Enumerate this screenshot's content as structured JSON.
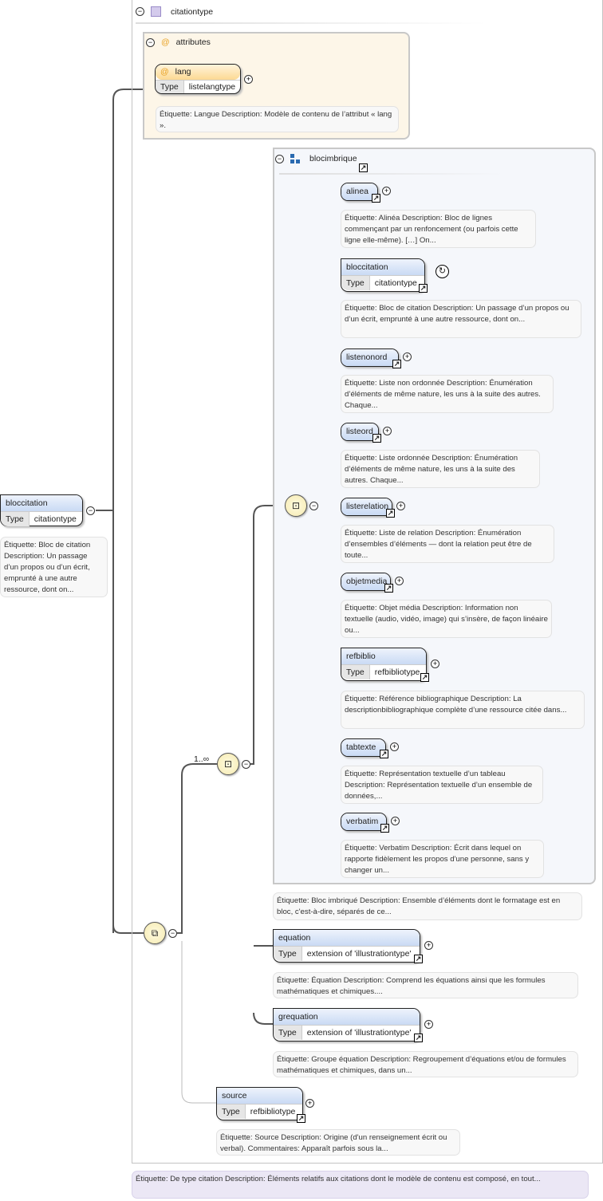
{
  "root": {
    "name": "bloccitation",
    "type_key": "Type",
    "type_value": "citationtype",
    "annotation": "Étiquette: Bloc de citation Description: Un passage d’un propos ou d’un écrit, emprunté à une autre ressource, dont on..."
  },
  "complex_type": {
    "name": "citationtype",
    "annotation": "Étiquette: De type citation Description: Éléments relatifs aux citations dont le modèle de contenu est composé, en tout..."
  },
  "attributes": {
    "label": "attributes",
    "items": [
      {
        "name": "lang",
        "type_key": "Type",
        "type_value": "listelangtype",
        "annotation": "Étiquette: Langue Description: Modèle de contenu de l’attribut « lang »."
      }
    ]
  },
  "group": {
    "name": "blocimbrique",
    "annotation": "Étiquette: Bloc imbriqué Description: Ensemble d’éléments dont le formatage est en bloc, c'est-à-dire, séparés de ce..."
  },
  "sequence_cardinality": "1..∞",
  "group_children": [
    {
      "name": "alinea",
      "annotation": "Étiquette: Alinéa Description: Bloc de lignes commençant par un renfoncement (ou parfois cette ligne elle-même). […] On..."
    },
    {
      "name": "bloccitation",
      "type_key": "Type",
      "type_value": "citationtype",
      "recursive": true,
      "annotation": "Étiquette: Bloc de citation Description: Un passage d’un propos ou d’un écrit, emprunté à une autre ressource, dont on..."
    },
    {
      "name": "listenonord",
      "annotation": "Étiquette: Liste non ordonnée Description: Énumération d’éléments de même nature, les uns à la suite des autres. Chaque..."
    },
    {
      "name": "listeord",
      "annotation": "Étiquette: Liste ordonnée Description: Énumération d’éléments de même nature, les uns à la suite des autres. Chaque..."
    },
    {
      "name": "listerelation",
      "annotation": "Étiquette: Liste de relation Description: Énumération d’ensembles d’éléments — dont la relation peut être de toute..."
    },
    {
      "name": "objetmedia",
      "annotation": "Étiquette: Objet média Description: Information non textuelle (audio, vidéo, image) qui s’insère, de façon linéaire ou..."
    },
    {
      "name": "refbiblio",
      "type_key": "Type",
      "type_value": "refbibliotype",
      "annotation": "Étiquette: Référence bibliographique Description: La descriptionbibliographique complète d’une ressource citée dans..."
    },
    {
      "name": "tabtexte",
      "annotation": "Étiquette: Représentation textuelle d’un tableau Description: Représentation textuelle d’un ensemble de données,..."
    },
    {
      "name": "verbatim",
      "annotation": "Étiquette: Verbatim Description: Écrit dans lequel on rapporte fidèlement les propos d'une personne, sans y changer un..."
    }
  ],
  "other_children": [
    {
      "name": "equation",
      "type_key": "Type",
      "type_value": "extension of 'illustrationtype'",
      "annotation": "Étiquette: Équation Description: Comprend les équations ainsi que les formules mathématiques et chimiques...."
    },
    {
      "name": "grequation",
      "type_key": "Type",
      "type_value": "extension of 'illustrationtype'",
      "annotation": "Étiquette: Groupe équation Description: Regroupement d’équations et/ou de formules mathématiques et chimiques, dans un..."
    }
  ],
  "source": {
    "name": "source",
    "type_key": "Type",
    "type_value": "refbibliotype",
    "annotation": "Étiquette: Source Description: Origine (d'un renseignement écrit ou verbal). Commentaires: Apparaît parfois sous la..."
  },
  "colors": {
    "element_header": "#c9daf4",
    "attribute_header": "#fcd993",
    "attributes_bg": "#fdf6e8",
    "group_bg": "#f5f7fb",
    "type_annotation_bg": "#ebe7f5"
  }
}
